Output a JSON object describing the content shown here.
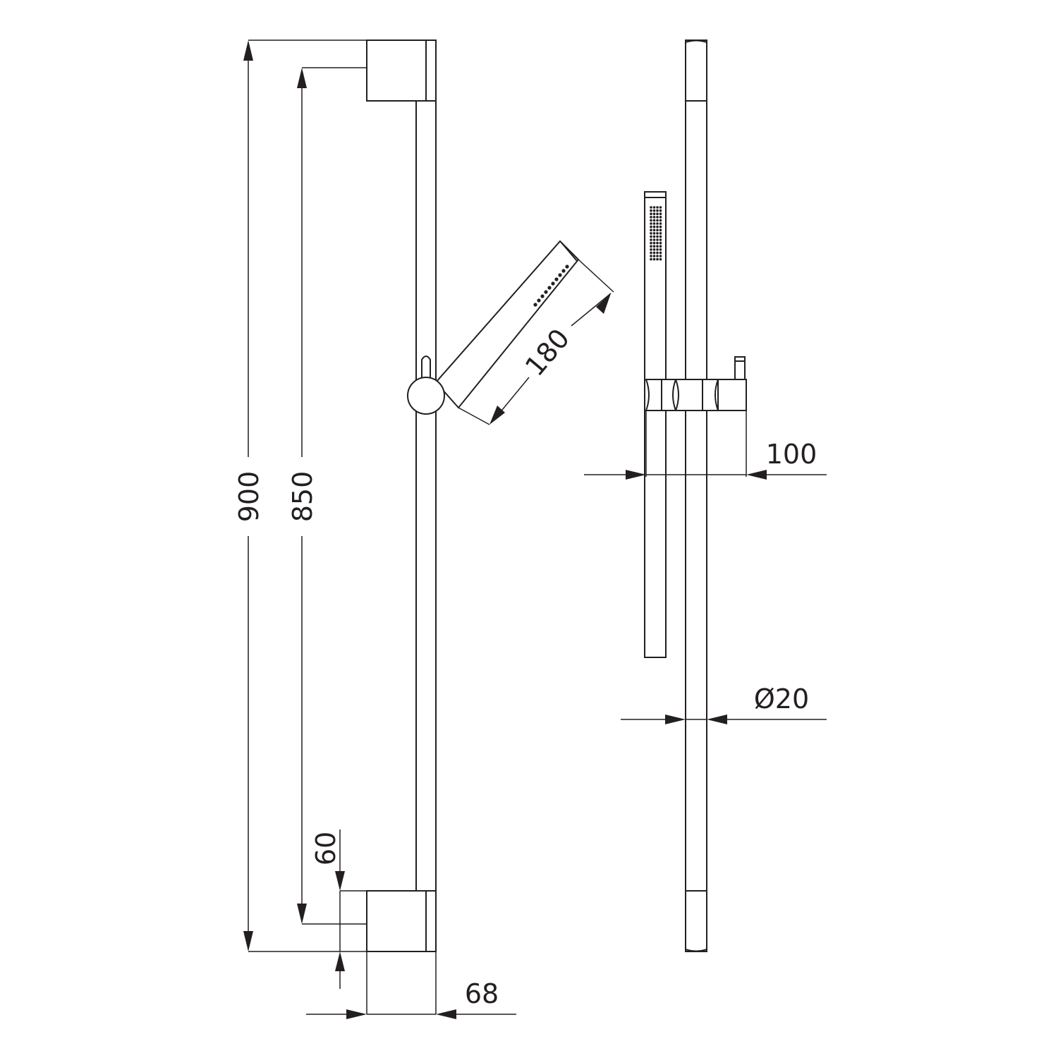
{
  "dimensions": {
    "overall_height": "900",
    "bracket_spacing": "850",
    "bracket_offset": "60",
    "wall_projection": "68",
    "handshower_length": "180",
    "holder_projection": "100",
    "rail_diameter": "Ø20"
  },
  "colors": {
    "line": "#231f20",
    "background": "#ffffff"
  }
}
